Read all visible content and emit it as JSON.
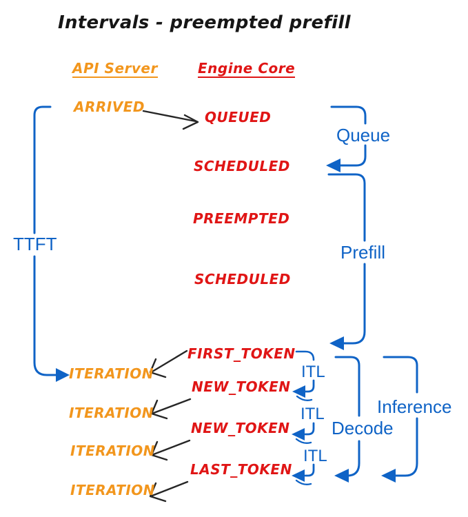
{
  "title": "Intervals - preempted prefill",
  "columns": {
    "api_server": "API Server",
    "engine_core": "Engine Core"
  },
  "api_events": {
    "arrived": "ARRIVED",
    "iterations": [
      "ITERATION",
      "ITERATION",
      "ITERATION",
      "ITERATION"
    ]
  },
  "engine_events": [
    "QUEUED",
    "SCHEDULED",
    "PREEMPTED",
    "SCHEDULED",
    "FIRST_TOKEN",
    "NEW_TOKEN",
    "NEW_TOKEN",
    "LAST_TOKEN"
  ],
  "intervals": {
    "ttft": "TTFT",
    "queue": "Queue",
    "prefill": "Prefill",
    "decode": "Decode",
    "inference": "Inference",
    "itl": [
      "ITL",
      "ITL",
      "ITL"
    ]
  },
  "colors": {
    "api_server": "#f2961d",
    "engine_core": "#e01515",
    "intervals": "#0f63c6",
    "arrows": "#262626"
  }
}
